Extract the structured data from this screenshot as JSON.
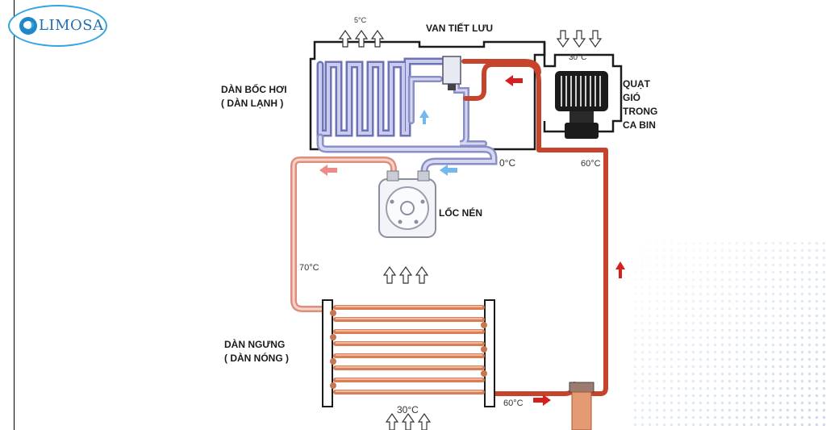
{
  "brand": {
    "name": "LIMOSA",
    "color": "#1e6fb3"
  },
  "labels": {
    "evaporator": "DÀN BỐC HƠI\n( DÀN LẠNH )",
    "expansion_valve": "VAN TIẾT LƯU",
    "cabin_fan": "QUẠT\nGIÓ\nTRONG\nCA BIN",
    "compressor": "LỐC NÉN",
    "condenser": "DÀN NGƯNG\n( DÀN NÓNG )"
  },
  "temperatures": {
    "evap_out": "5°C",
    "cabin_air": "30°C",
    "suction": "0°C",
    "discharge_right": "60°C",
    "hot_gas": "70°C",
    "condenser_air": "30°C",
    "condenser_out": "60°C"
  },
  "colors": {
    "hot_line": "#c6432c",
    "warm_line": "#e8a596",
    "cold_line": "#8a8fc6",
    "arrow_hot": "#d42020",
    "arrow_warm": "#ef8a8a",
    "arrow_cold": "#74b8ee",
    "condenser_tube": "#d97e56"
  },
  "icons": [
    "air-flow-arrow-icon",
    "flow-arrow-icon",
    "fan-icon",
    "compressor-icon"
  ]
}
